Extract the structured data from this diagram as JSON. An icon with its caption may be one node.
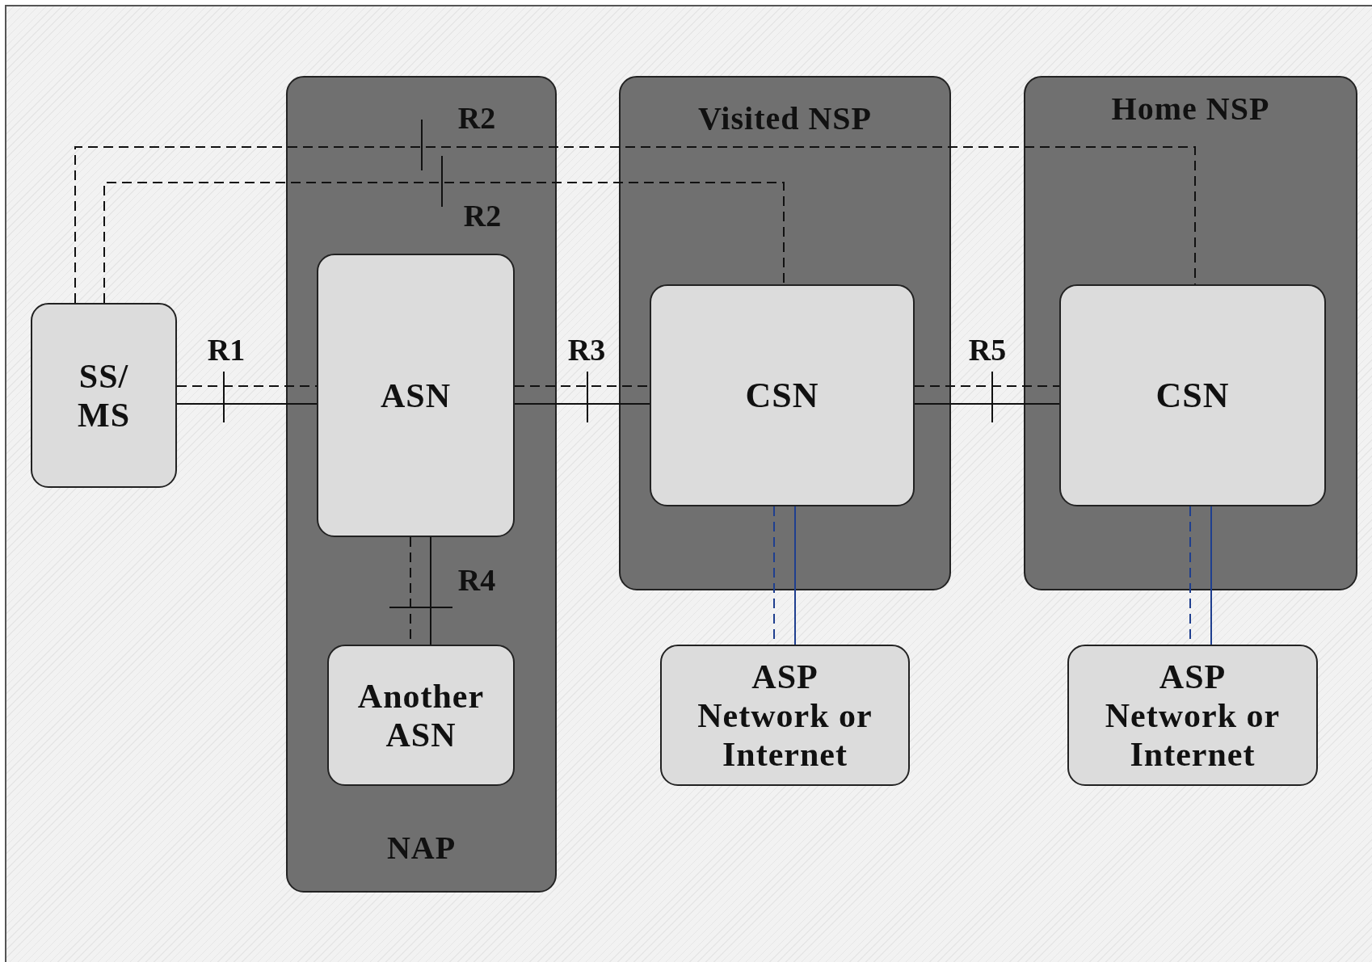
{
  "diagram": {
    "nodes": [
      {
        "text": [
          "SS/ MS"
        ]
      },
      {
        "text": [
          "NAP"
        ]
      },
      {
        "text": [
          "ASN"
        ],
        "in": 1
      },
      {
        "text": [
          "Another ASN"
        ],
        "in": 1
      },
      {
        "text": [
          "Visited NSP"
        ]
      },
      {
        "text": [
          "CSN"
        ],
        "in": 4
      },
      {
        "text": [
          "ASP Network or Internet"
        ]
      },
      {
        "text": [
          "Home NSP"
        ]
      },
      {
        "text": [
          "CSN"
        ],
        "in": 7
      },
      {
        "text": [
          "ASP Network or Internet"
        ]
      }
    ],
    "edges": [
      {
        "from": 0,
        "to": 2,
        "arrow": "none",
        "label": "R1"
      },
      {
        "from": 0,
        "to": 2,
        "arrow": "none",
        "style": "dashed"
      },
      {
        "from": 2,
        "to": 5,
        "arrow": "none",
        "label": "R3"
      },
      {
        "from": 2,
        "to": 5,
        "arrow": "none",
        "style": "dashed"
      },
      {
        "from": 5,
        "to": 8,
        "arrow": "none",
        "label": "R5"
      },
      {
        "from": 5,
        "to": 8,
        "arrow": "none",
        "style": "dashed"
      },
      {
        "from": 2,
        "to": 3,
        "arrow": "none",
        "label": "R4"
      },
      {
        "from": 2,
        "to": 3,
        "arrow": "none",
        "style": "dashed"
      },
      {
        "from": 0,
        "to": 8,
        "arrow": "none",
        "style": "dashed",
        "label": "R2"
      },
      {
        "from": 0,
        "to": 5,
        "arrow": "none",
        "style": "dashed",
        "label": "R2"
      },
      {
        "from": 5,
        "to": 6,
        "arrow": "none",
        "color": "#1f3f8f"
      },
      {
        "from": 5,
        "to": 6,
        "arrow": "none",
        "style": "dashed",
        "color": "#1f3f8f"
      },
      {
        "from": 8,
        "to": 9,
        "arrow": "none",
        "color": "#1f3f8f"
      },
      {
        "from": 8,
        "to": 9,
        "arrow": "none",
        "style": "dashed",
        "color": "#1f3f8f"
      }
    ]
  }
}
